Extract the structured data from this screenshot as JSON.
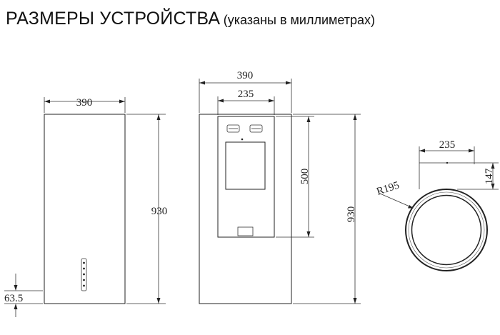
{
  "title": {
    "main": "РАЗМЕРЫ УСТРОЙСТВА",
    "sub": "(указаны в миллиметрах)"
  },
  "views": {
    "front": {
      "width_label": "390",
      "height_label": "930",
      "bottom_offset_label": "63.5"
    },
    "side": {
      "outer_width_label": "390",
      "inner_width_label": "235",
      "panel_height_label": "500",
      "height_label": "930"
    },
    "top": {
      "width_label": "235",
      "depth_label": "147",
      "radius_label": "R195"
    }
  },
  "colors": {
    "line": "#222222",
    "text": "#222222",
    "background": "#ffffff"
  }
}
